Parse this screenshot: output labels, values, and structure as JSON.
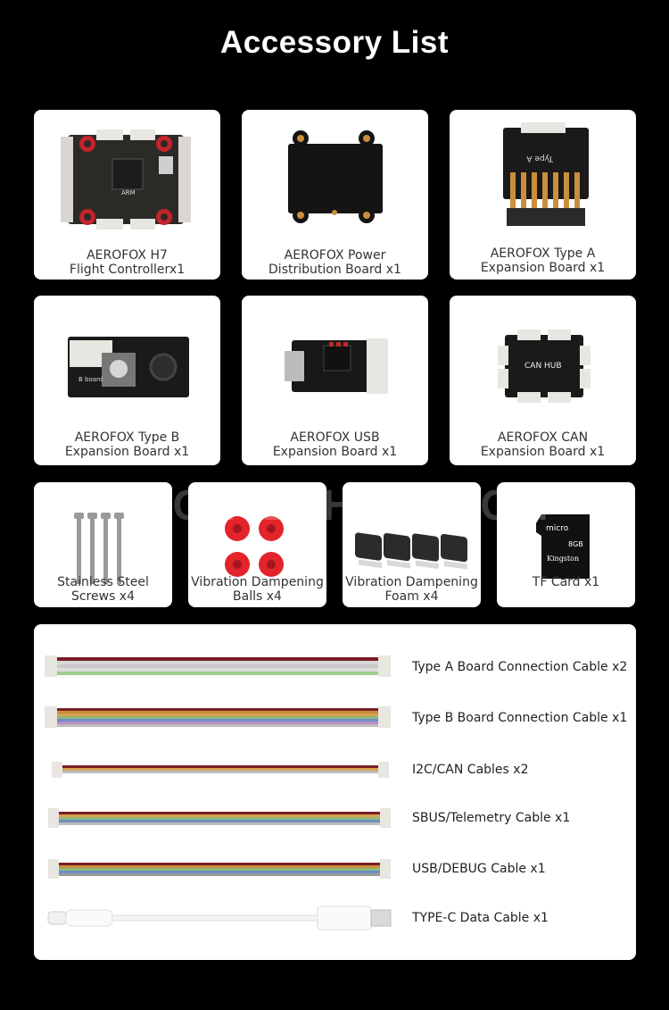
{
  "page": {
    "title": "Accessory List"
  },
  "watermark": "FOXTECHFPV.COM",
  "row1": [
    {
      "line1": "AEROFOX H7",
      "line2": "Flight Controllerx1"
    },
    {
      "line1": "AEROFOX Power",
      "line2": "Distribution Board x1"
    },
    {
      "line1": "AEROFOX Type A",
      "line2": "Expansion Board x1"
    }
  ],
  "row2": [
    {
      "line1": "AEROFOX Type B",
      "line2": "Expansion Board x1"
    },
    {
      "line1": "AEROFOX USB",
      "line2": "Expansion Board x1"
    },
    {
      "line1": "AEROFOX CAN",
      "line2": "Expansion Board x1"
    }
  ],
  "row3": [
    {
      "line1": "Stainless Steel",
      "line2": "Screws x4"
    },
    {
      "line1": "Vibration Dampening",
      "line2": "Balls x4"
    },
    {
      "line1": "Vibration Dampening",
      "line2": "Foam x4"
    },
    {
      "line1": "TF Card x1",
      "line2": ""
    }
  ],
  "board_text": {
    "arm": "ARM",
    "type_a": "Type A",
    "type_b": "B board",
    "can_hub": "CAN HUB",
    "sd_micro": "micro",
    "sd_brand": "Kingston",
    "sd_size": "8GB"
  },
  "cables": [
    {
      "label": "Type A Board Connection Cable x2"
    },
    {
      "label": "Type B Board Connection Cable x1"
    },
    {
      "label": "I2C/CAN Cables x2"
    },
    {
      "label": "SBUS/Telemetry Cable x1"
    },
    {
      "label": "USB/DEBUG Cable x1"
    },
    {
      "label": "TYPE-C Data Cable x1"
    }
  ]
}
